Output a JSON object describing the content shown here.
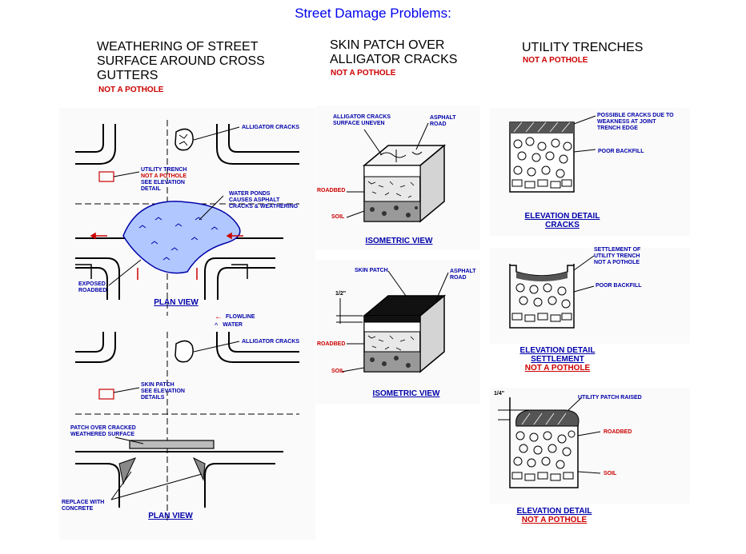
{
  "page_title": "Street Damage Problems:",
  "col1": {
    "heading_lines": [
      "WEATHERING OF STREET",
      "SURFACE AROUND CROSS",
      "GUTTERS"
    ],
    "status": "NOT A POTHOLE",
    "plan1": {
      "alligator": "ALLIGATOR CRACKS",
      "utility_trench": "UTILITY TRENCH",
      "not_pothole": "NOT A POTHOLE",
      "see_elev": "SEE ELEVATION",
      "detail": "DETAIL",
      "water_ponds": [
        "WATER PONDS",
        "CAUSES ASPHALT",
        "CRACKS & WEATHERING"
      ],
      "exposed": [
        "EXPOSED",
        "ROADBED"
      ],
      "caption": "PLAN VIEW",
      "flowline": "FLOWLINE",
      "water": "WATER"
    },
    "plan2": {
      "alligator": "ALLIGATOR CRACKS",
      "skin_patch": [
        "SKIN PATCH",
        "SEE ELEVATION",
        "DETAILS"
      ],
      "patch_over": [
        "PATCH OVER CRACKED",
        "WEATHERED SURFACE"
      ],
      "replace": [
        "REPLACE WITH",
        "CONCRETE"
      ],
      "caption": "PLAN VIEW"
    }
  },
  "col2": {
    "heading_lines": [
      "SKIN PATCH OVER",
      "ALLIGATOR CRACKS"
    ],
    "status": "NOT A POTHOLE",
    "iso1": {
      "alligator": [
        "ALLIGATOR CRACKS",
        "SURFACE UNEVEN"
      ],
      "asphalt": [
        "ASPHALT",
        "ROAD"
      ],
      "roadbed": "ROADBED",
      "soil": "SOIL",
      "caption": "ISOMETRIC VIEW"
    },
    "iso2": {
      "skin_patch": "SKIN PATCH",
      "asphalt": [
        "ASPHALT",
        "ROAD"
      ],
      "half": "1/2\"",
      "roadbed": "ROADBED",
      "soil": "SOIL",
      "caption": "ISOMETRIC VIEW"
    }
  },
  "col3": {
    "heading": "UTILITY TRENCHES",
    "status": "NOT A POTHOLE",
    "e1": {
      "possible": [
        "POSSIBLE CRACKS DUE TO",
        "WEAKNESS AT JOINT",
        "TRENCH EDGE"
      ],
      "backfill": "POOR BACKFILL",
      "caption": [
        "ELEVATION DETAIL",
        "CRACKS"
      ]
    },
    "e2": {
      "settlement": [
        "SETTLEMENT OF",
        "UTILITY TRENCH",
        "NOT A POTHOLE"
      ],
      "backfill": "POOR BACKFILL",
      "caption": [
        "ELEVATION DETAIL",
        "SETTLEMENT"
      ],
      "status": "NOT A POTHOLE"
    },
    "e3": {
      "quarter": "1/4\"",
      "raised": "UTILITY PATCH RAISED",
      "roadbed": "ROADBED",
      "soil": "SOIL",
      "caption": "ELEVATION DETAIL",
      "status": "NOT A POTHOLE"
    }
  },
  "colors": {
    "title_blue": "#0000ee",
    "label_blue": "#0000aa",
    "red": "#cc0000"
  }
}
